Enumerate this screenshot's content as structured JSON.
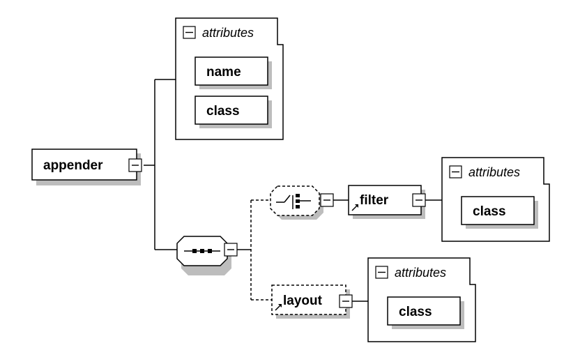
{
  "root": {
    "name": "appender"
  },
  "attribute_groups": [
    {
      "title": "attributes",
      "items": [
        "name",
        "class"
      ]
    },
    {
      "title": "attributes",
      "items": [
        "class"
      ]
    },
    {
      "title": "attributes",
      "items": [
        "class"
      ]
    }
  ],
  "children": [
    {
      "name": "filter"
    },
    {
      "name": "layout"
    }
  ]
}
